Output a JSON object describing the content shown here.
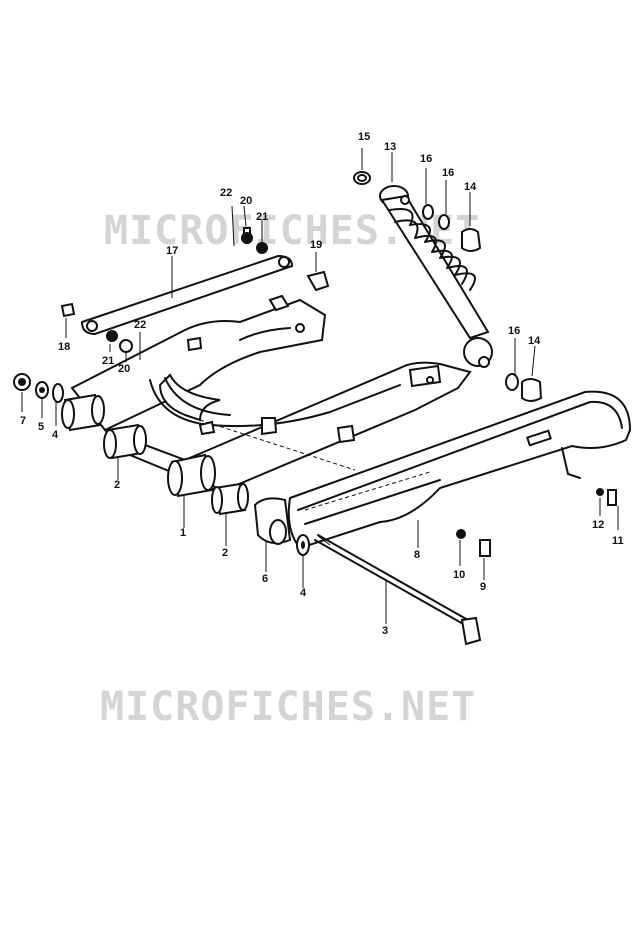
{
  "watermarks": [
    "MICROFICHES.NET",
    "MICROFICHES.NET"
  ],
  "callouts": [
    "1",
    "2",
    "2",
    "3",
    "4",
    "4",
    "5",
    "6",
    "7",
    "8",
    "9",
    "10",
    "11",
    "12",
    "13",
    "14",
    "14",
    "15",
    "16",
    "16",
    "16",
    "17",
    "18",
    "19",
    "20",
    "20",
    "21",
    "21",
    "22",
    "22"
  ],
  "colors": {
    "ink": "#111111",
    "watermark": "#d4d4d4",
    "background": "#ffffff"
  }
}
